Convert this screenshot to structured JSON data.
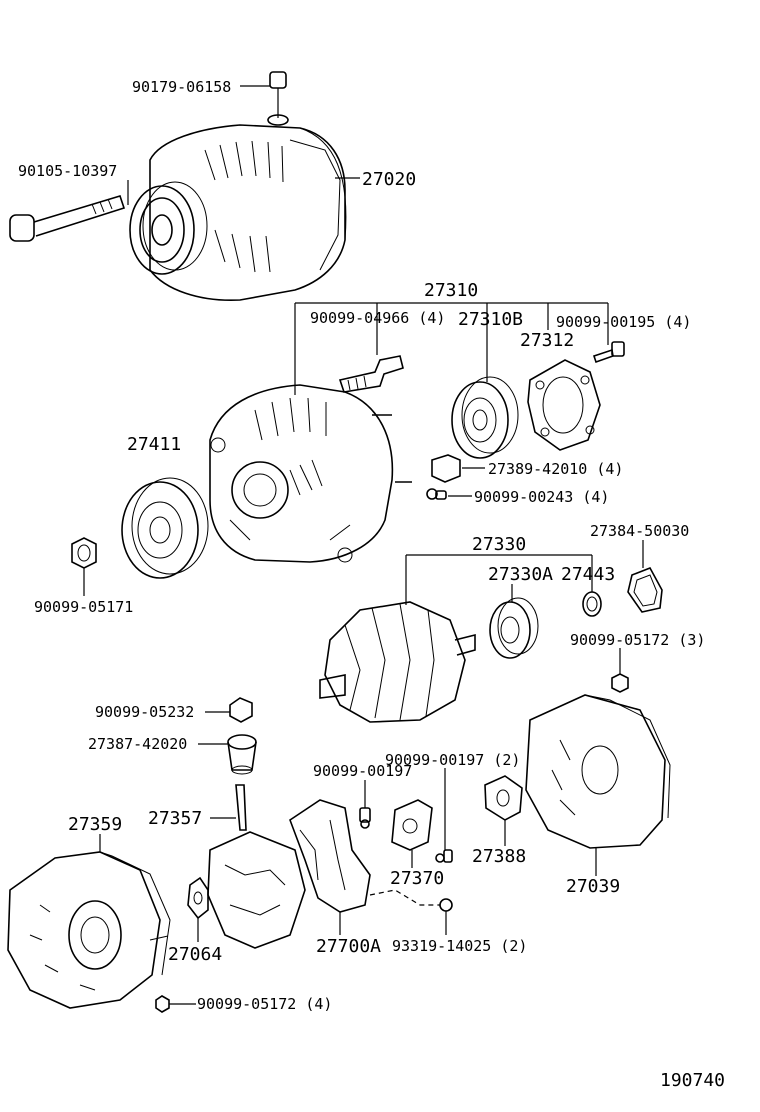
{
  "diagram": {
    "labels": {
      "bolt_top": "90179-06158",
      "bolt_mount": "90105-10397",
      "alternator": "27020",
      "drive_end_assy": "27310",
      "stud": "90099-04966 (4)",
      "bearing_b": "27310B",
      "screw_plate": "90099-00195 (4)",
      "retainer_plate": "27312",
      "pulley": "27411",
      "terminal_insulator": "27389-42010 (4)",
      "screw_small": "90099-00243 (4)",
      "pulley_nut": "90099-05171",
      "rotor_assy": "27330",
      "ring_27384": "27384-50030",
      "bearing_a": "27330A",
      "ring_27443": "27443",
      "nut_05172_3": "90099-05172 (3)",
      "nut_05232": "90099-05232",
      "insulator_42020": "27387-42020",
      "screw_00197_2": "90099-00197 (2)",
      "screw_00197": "90099-00197",
      "rectifier_holder": "27357",
      "rear_frame": "27359",
      "brush_holder": "27370",
      "terminal_insulator_b": "27388",
      "rear_cover": "27039",
      "insulator_27064": "27064",
      "regulator": "27700A",
      "clip": "93319-14025 (2)",
      "nut_05172_4": "90099-05172 (4)"
    },
    "figure_number": "190740"
  }
}
